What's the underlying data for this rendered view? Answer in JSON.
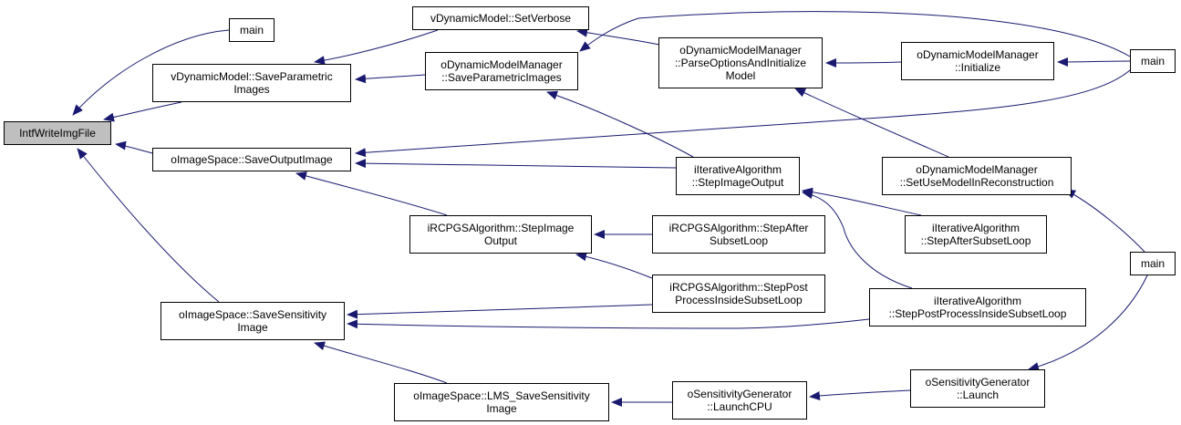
{
  "graph": {
    "edge_color": "#191970",
    "root_fill": "#bfbfbf",
    "nodes": {
      "root": {
        "line1": "IntfWriteImgFile",
        "line2": ""
      },
      "main_top_left": {
        "line1": "main",
        "line2": ""
      },
      "vdyn_save_param": {
        "line1": "vDynamicModel::SaveParametric",
        "line2": "Images"
      },
      "vdyn_set_verbose": {
        "line1": "vDynamicModel::SetVerbose",
        "line2": ""
      },
      "odmm_save_param": {
        "line1": "oDynamicModelManager",
        "line2": "::SaveParametricImages"
      },
      "odmm_parse": {
        "line1": "oDynamicModelManager",
        "line2": "::ParseOptionsAndInitialize"
      },
      "odmm_parse_l3": "Model",
      "odmm_initialize": {
        "line1": "oDynamicModelManager",
        "line2": "::Initialize"
      },
      "main_right_top": {
        "line1": "main",
        "line2": ""
      },
      "oimg_save_output": {
        "line1": "oImageSpace::SaveOutputImage",
        "line2": ""
      },
      "iter_step_image_output": {
        "line1": "iIterativeAlgorithm",
        "line2": "::StepImageOutput"
      },
      "odmm_set_use_model": {
        "line1": "oDynamicModelManager",
        "line2": "::SetUseModelInReconstruction"
      },
      "ircpgs_step_image_output": {
        "line1": "iRCPGSAlgorithm::StepImage",
        "line2": "Output"
      },
      "ircpgs_step_after": {
        "line1": "iRCPGSAlgorithm::StepAfter",
        "line2": "SubsetLoop"
      },
      "iter_step_after": {
        "line1": "iIterativeAlgorithm",
        "line2": "::StepAfterSubsetLoop"
      },
      "main_right_mid": {
        "line1": "main",
        "line2": ""
      },
      "ircpgs_step_post": {
        "line1": "iRCPGSAlgorithm::StepPost",
        "line2": "ProcessInsideSubsetLoop"
      },
      "iter_step_post": {
        "line1": "iIterativeAlgorithm",
        "line2": "::StepPostProcessInsideSubsetLoop"
      },
      "oimg_save_sens": {
        "line1": "oImageSpace::SaveSensitivity",
        "line2": "Image"
      },
      "oimg_lms_save_sens": {
        "line1": "oImageSpace::LMS_SaveSensitivity",
        "line2": "Image"
      },
      "osens_launch_cpu": {
        "line1": "oSensitivityGenerator",
        "line2": "::LaunchCPU"
      },
      "osens_launch": {
        "line1": "oSensitivityGenerator",
        "line2": "::Launch"
      }
    }
  }
}
